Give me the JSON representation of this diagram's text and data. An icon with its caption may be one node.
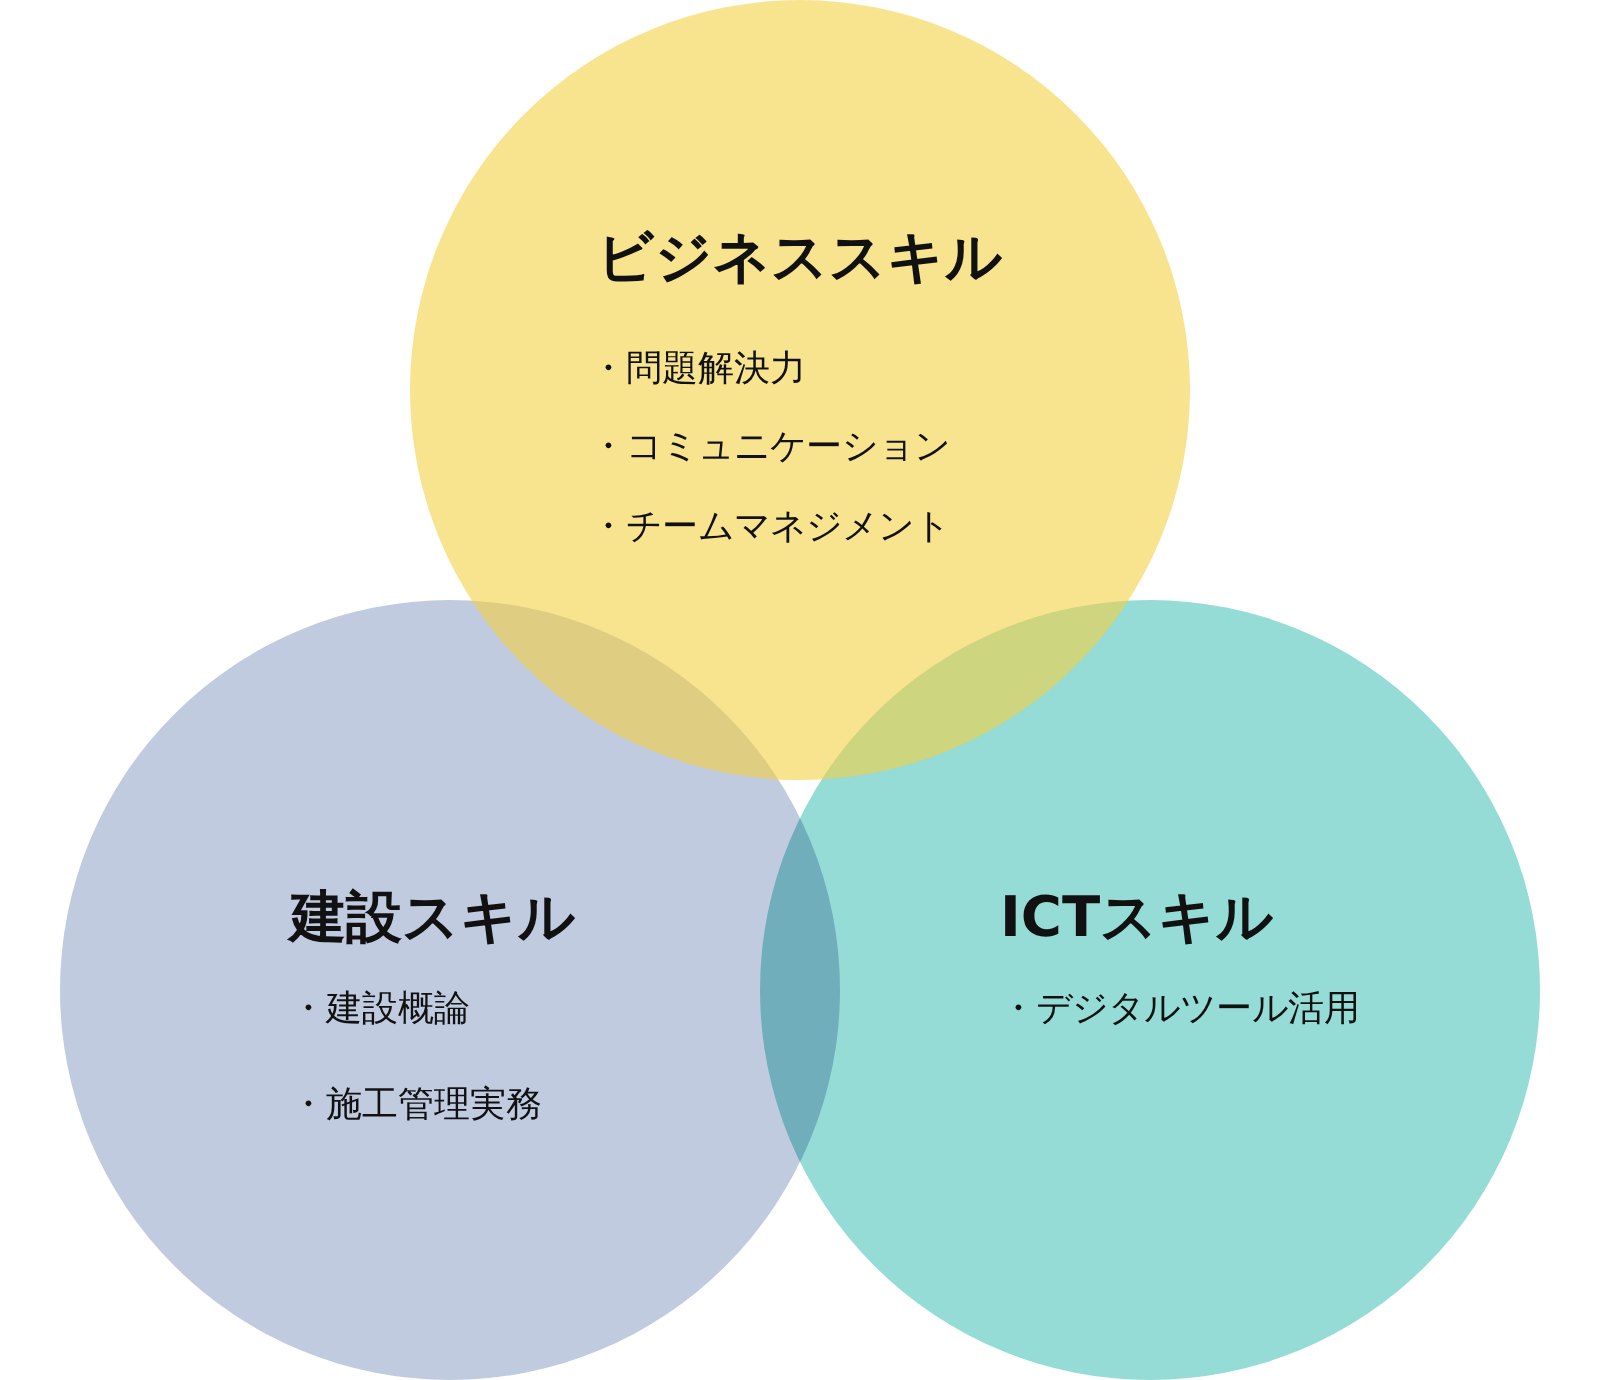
{
  "diagram": {
    "nodes": [
      {
        "text": [
          "建設スキル",
          "・建設概論",
          "・施工管理実務"
        ]
      },
      {
        "text": [
          "ICTスキル",
          "・デジタルツール活用"
        ]
      },
      {
        "text": [
          "ビジネススキル",
          "・問題解決力",
          "・コミュニケーション",
          "・チームマネジメント"
        ]
      }
    ]
  }
}
